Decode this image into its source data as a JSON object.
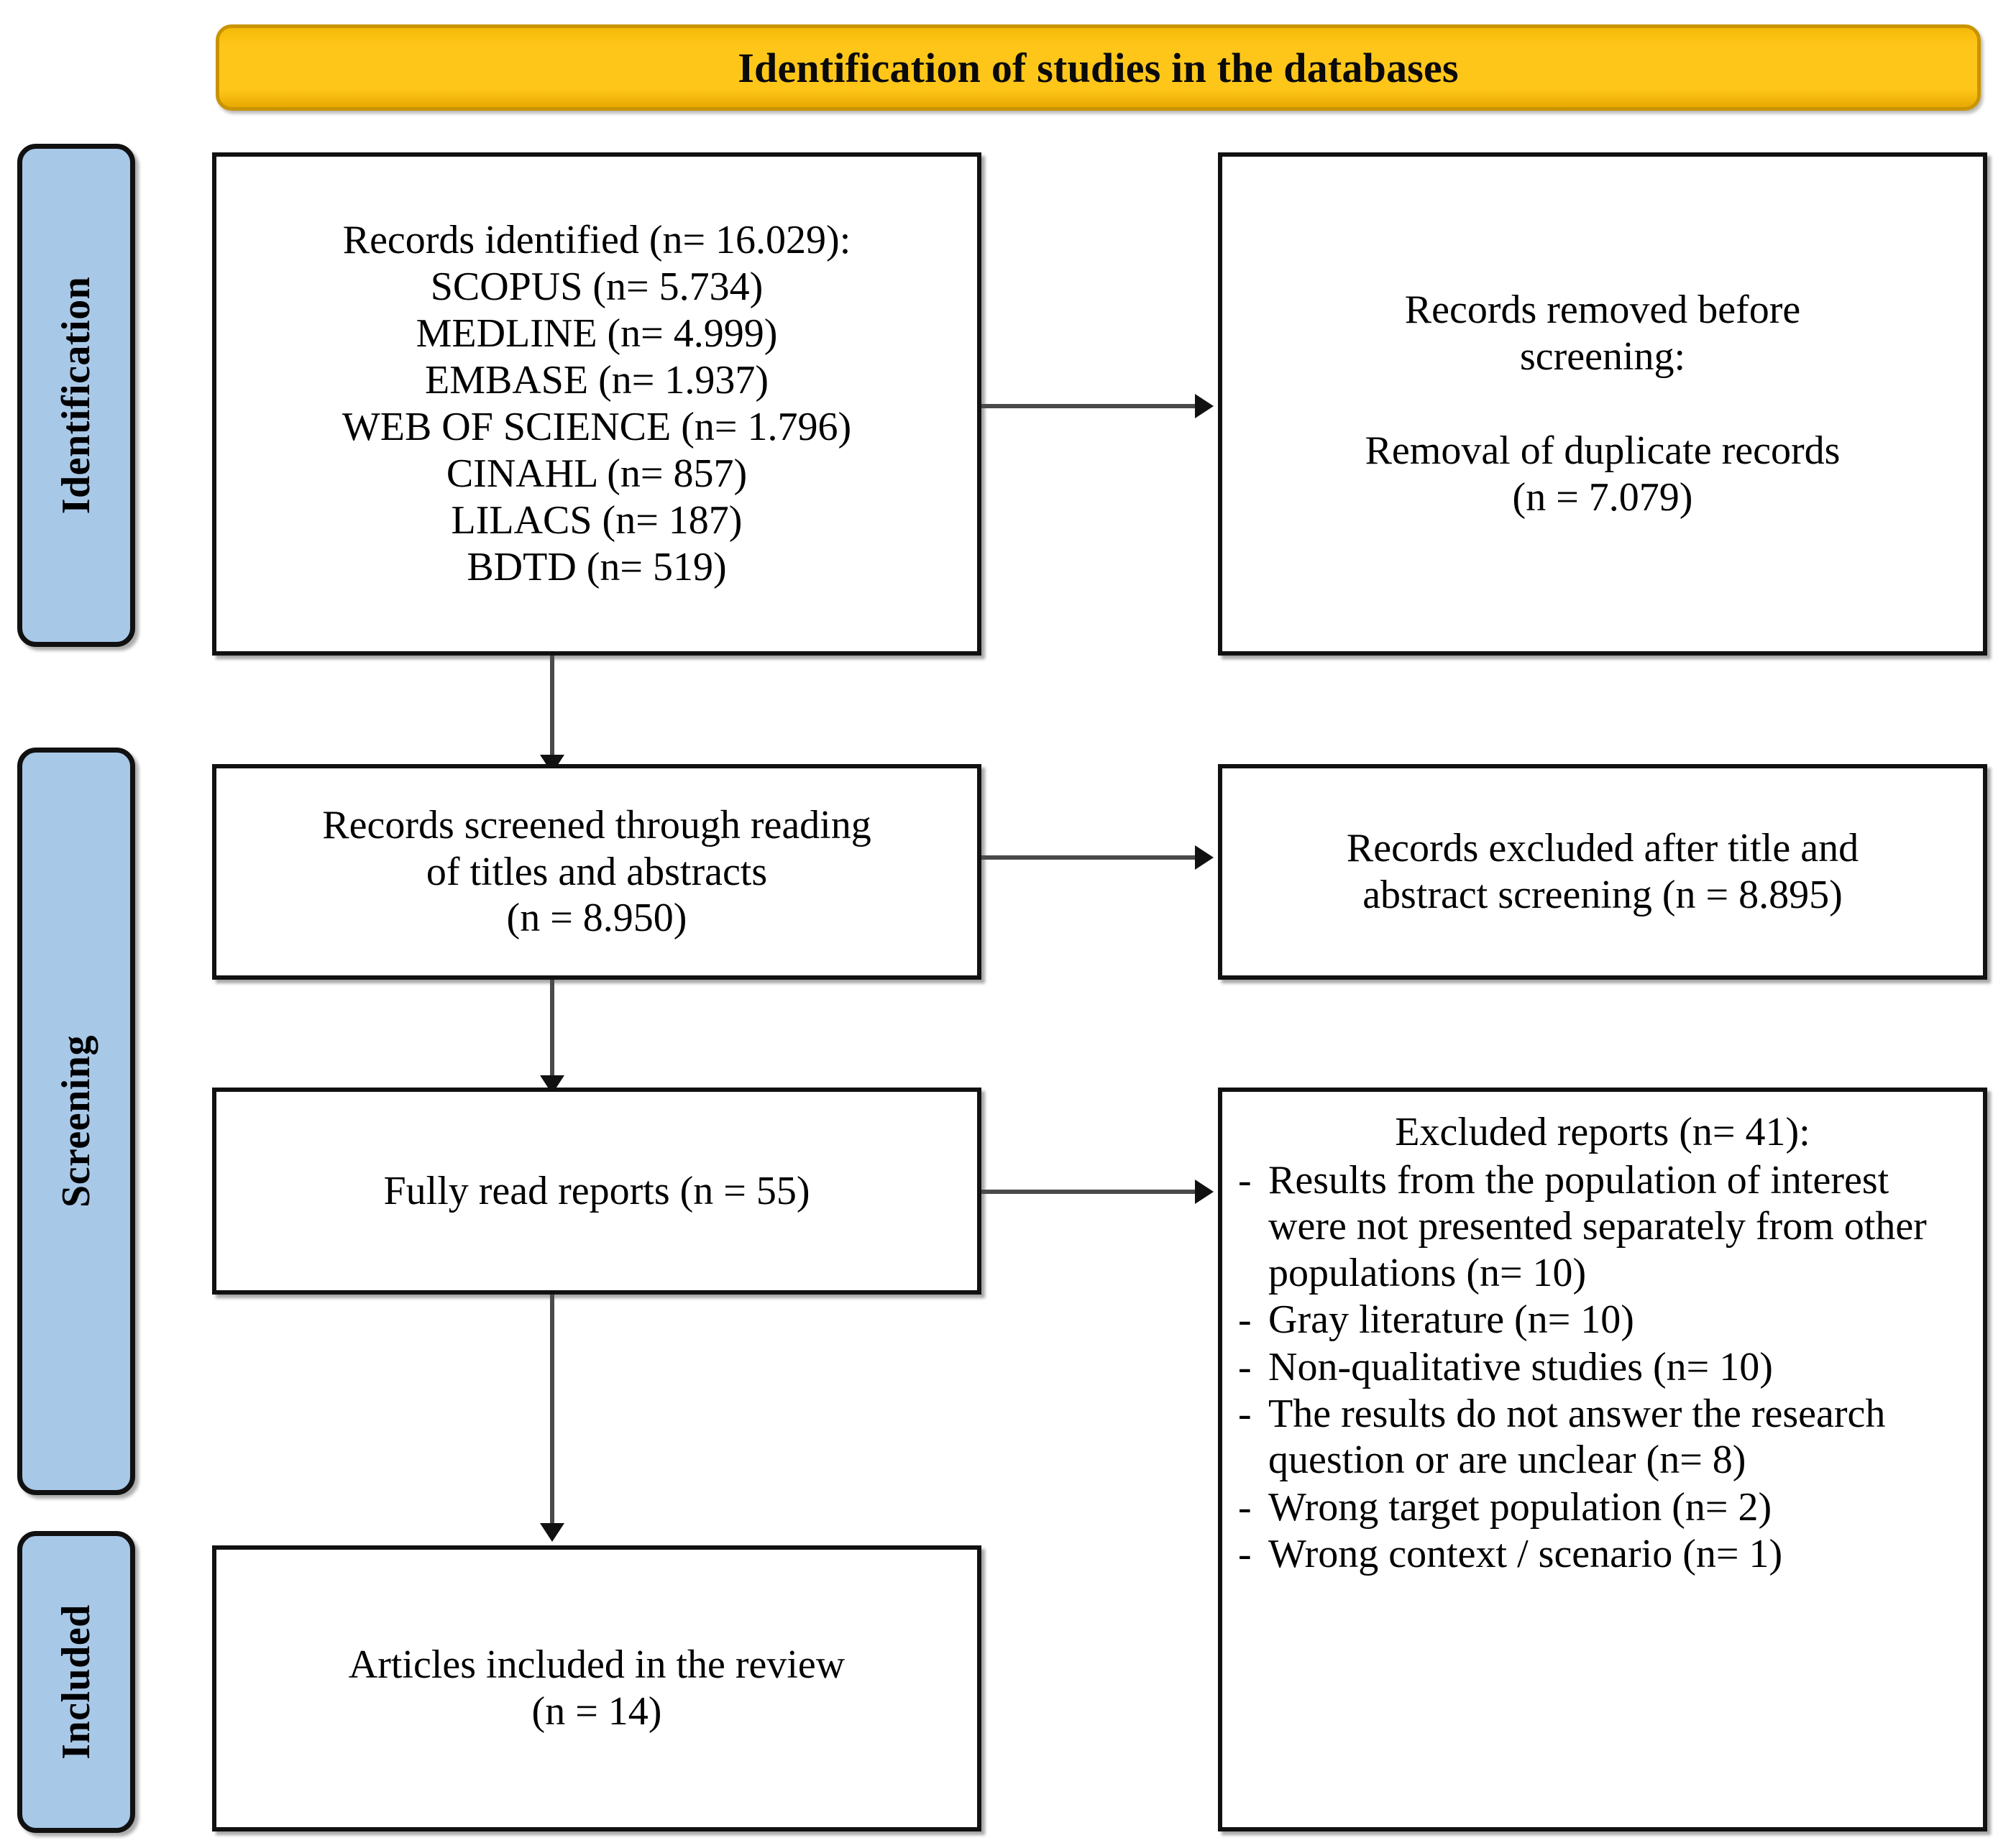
{
  "header": {
    "title": "Identification of studies in the databases",
    "background_color": "#FFC61A",
    "border_color": "#C99400"
  },
  "stages": [
    {
      "label": "Identification",
      "color": "#A8C8E8"
    },
    {
      "label": "Screening",
      "color": "#A8C8E8"
    },
    {
      "label": "Included",
      "color": "#A8C8E8"
    }
  ],
  "boxes": {
    "records_identified": {
      "lines": [
        "Records identified (n= 16.029):",
        "SCOPUS (n= 5.734)",
        "MEDLINE (n= 4.999)",
        "EMBASE (n= 1.937)",
        "WEB OF SCIENCE (n= 1.796)",
        "CINAHL (n= 857)",
        "LILACS (n= 187)",
        "BDTD (n= 519)"
      ]
    },
    "records_removed": {
      "lines": [
        "Records removed before",
        "screening:",
        "",
        "Removal of duplicate records",
        "(n = 7.079)"
      ]
    },
    "records_screened": {
      "lines": [
        "Records screened through reading",
        "of titles and abstracts",
        "(n = 8.950)"
      ]
    },
    "records_excluded_screening": {
      "lines": [
        "Records excluded after title and",
        "abstract screening  (n = 8.895)"
      ]
    },
    "fully_read_reports": {
      "lines": [
        "Fully read reports (n = 55)"
      ]
    },
    "excluded_reports": {
      "title": "Excluded reports (n= 41):",
      "bullet_marker": "-",
      "items": [
        "Results from the population of interest were not presented separately from other populations (n= 10)",
        "Gray literature (n= 10)",
        "Non-qualitative studies (n= 10)",
        "The results do not answer the research question or are unclear (n= 8)",
        "Wrong target population (n= 2)",
        "Wrong context / scenario (n= 1)"
      ]
    },
    "articles_included": {
      "lines": [
        "Articles included in the review",
        "(n = 14)"
      ]
    }
  },
  "chart_data": {
    "type": "diagram",
    "title": "Identification of studies in the databases",
    "diagram_kind": "PRISMA flow diagram",
    "stages": [
      "Identification",
      "Screening",
      "Included"
    ],
    "nodes": [
      {
        "id": "records_identified",
        "stage": "Identification",
        "n": 16029,
        "sources": [
          {
            "name": "SCOPUS",
            "n": 5734
          },
          {
            "name": "MEDLINE",
            "n": 4999
          },
          {
            "name": "EMBASE",
            "n": 1937
          },
          {
            "name": "WEB OF SCIENCE",
            "n": 1796
          },
          {
            "name": "CINAHL",
            "n": 857
          },
          {
            "name": "LILACS",
            "n": 187
          },
          {
            "name": "BDTD",
            "n": 519
          }
        ]
      },
      {
        "id": "records_removed",
        "stage": "Identification",
        "n": 7079,
        "reason": "Removal of duplicate records"
      },
      {
        "id": "records_screened",
        "stage": "Screening",
        "n": 8950
      },
      {
        "id": "records_excluded_screening",
        "stage": "Screening",
        "n": 8895
      },
      {
        "id": "fully_read_reports",
        "stage": "Screening",
        "n": 55
      },
      {
        "id": "excluded_reports",
        "stage": "Screening",
        "n": 41,
        "reasons": [
          {
            "reason": "Results from the population of interest were not presented separately from other populations",
            "n": 10
          },
          {
            "reason": "Gray literature",
            "n": 10
          },
          {
            "reason": "Non-qualitative studies",
            "n": 10
          },
          {
            "reason": "The results do not answer the research question or are unclear",
            "n": 8
          },
          {
            "reason": "Wrong target population",
            "n": 2
          },
          {
            "reason": "Wrong context / scenario",
            "n": 1
          }
        ]
      },
      {
        "id": "articles_included",
        "stage": "Included",
        "n": 14
      }
    ],
    "edges": [
      {
        "from": "records_identified",
        "to": "records_removed",
        "direction": "right"
      },
      {
        "from": "records_identified",
        "to": "records_screened",
        "direction": "down"
      },
      {
        "from": "records_screened",
        "to": "records_excluded_screening",
        "direction": "right"
      },
      {
        "from": "records_screened",
        "to": "fully_read_reports",
        "direction": "down"
      },
      {
        "from": "fully_read_reports",
        "to": "excluded_reports",
        "direction": "right"
      },
      {
        "from": "fully_read_reports",
        "to": "articles_included",
        "direction": "down"
      }
    ]
  }
}
